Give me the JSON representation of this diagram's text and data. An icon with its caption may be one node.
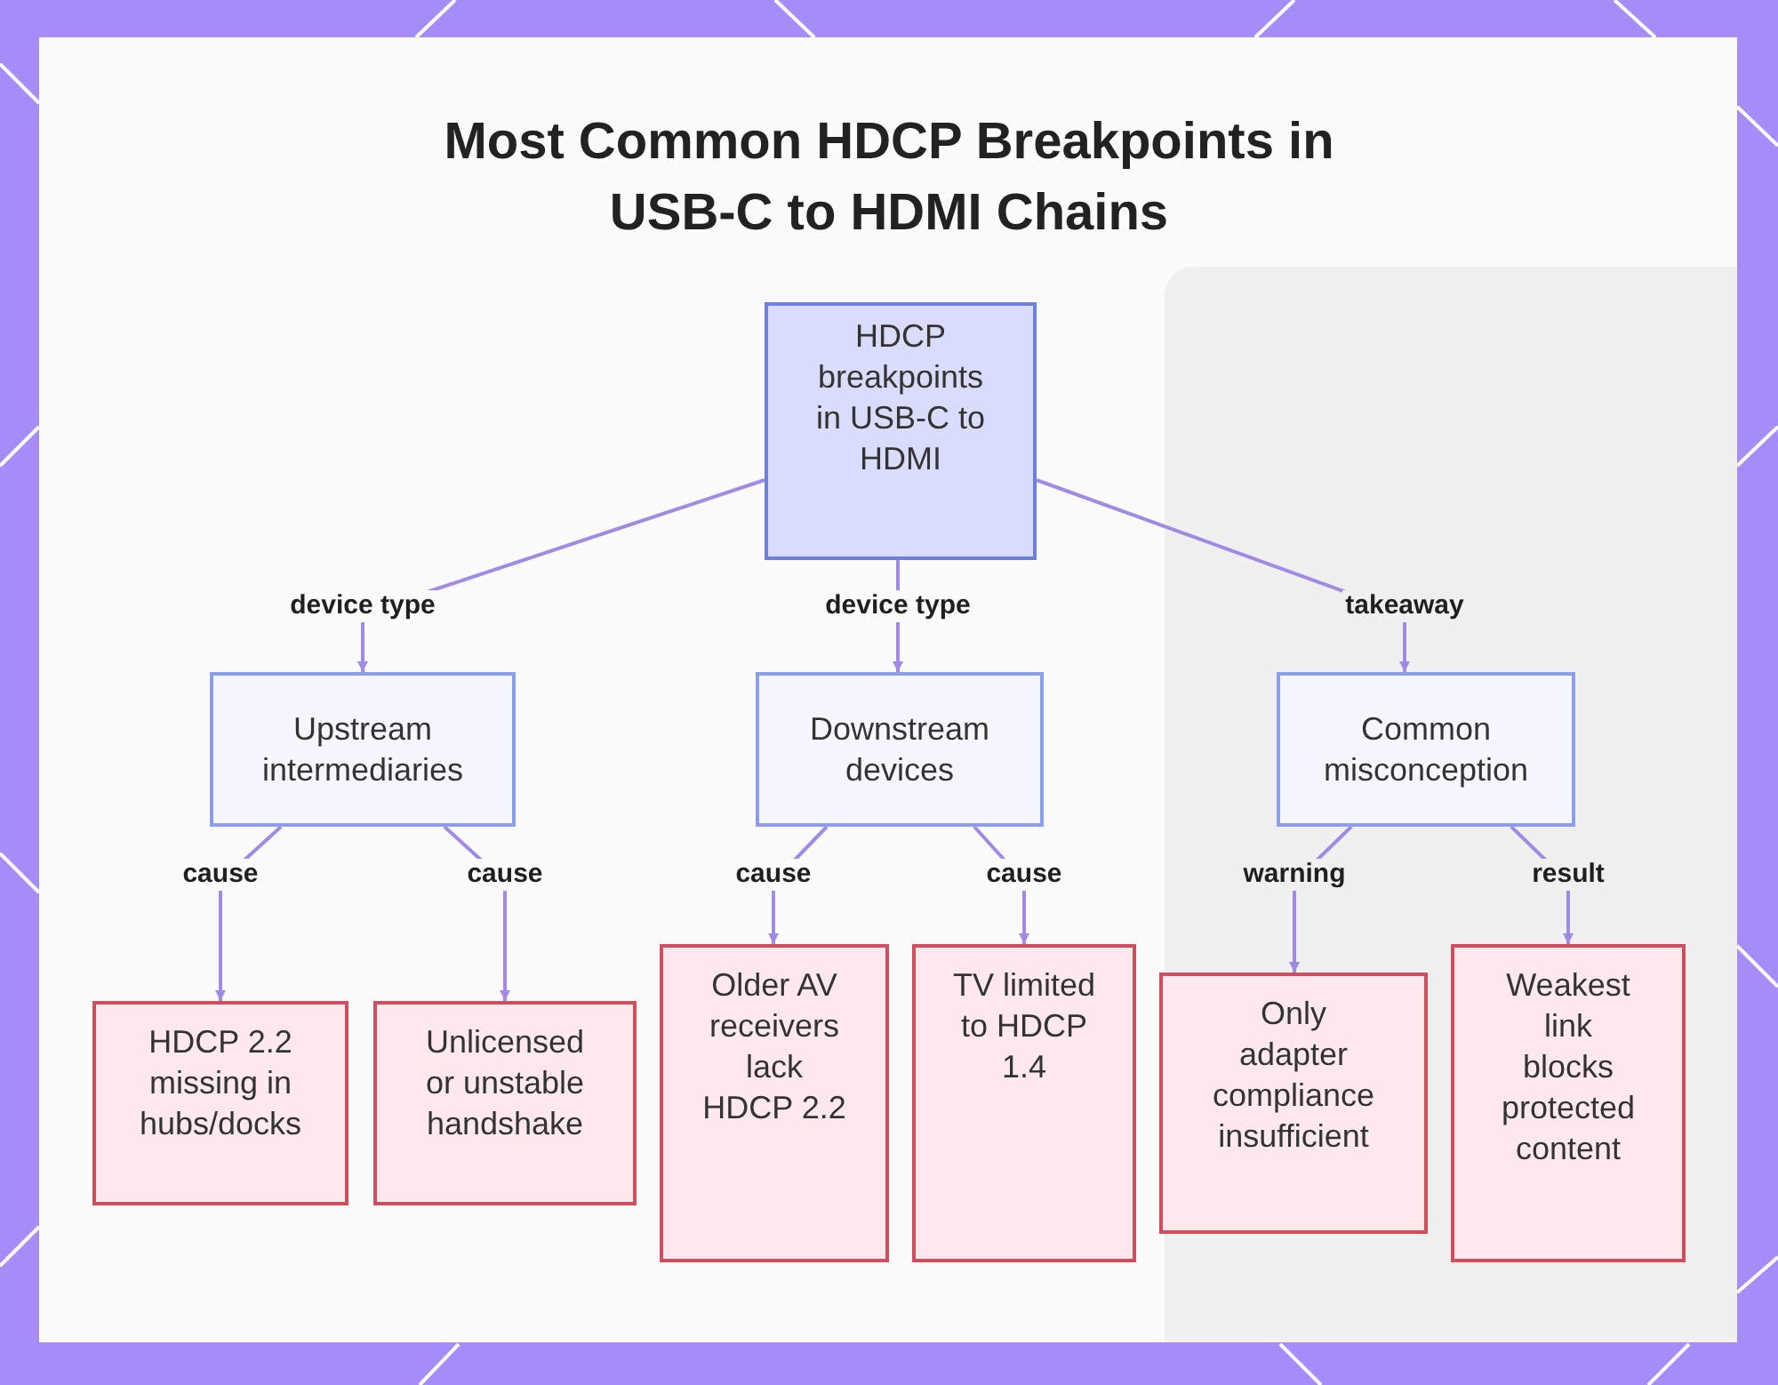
{
  "diagram": {
    "title": "Most Common HDCP Breakpoints in USB-C to HDMI Chains",
    "nodes": [
      {
        "text": [
          "HDCP breakpoints in USB-C to HDMI"
        ]
      },
      {
        "text": [
          "Upstream intermediaries"
        ]
      },
      {
        "text": [
          "Downstream devices"
        ]
      },
      {
        "text": [
          "Common misconception"
        ]
      },
      {
        "text": [
          "HDCP 2.2 missing in hubs/docks"
        ]
      },
      {
        "text": [
          "Unlicensed or unstable handshake"
        ]
      },
      {
        "text": [
          "Older AV receivers lack HDCP 2.2"
        ]
      },
      {
        "text": [
          "TV limited to HDCP 1.4"
        ]
      },
      {
        "text": [
          "Only adapter compliance insufficient"
        ]
      },
      {
        "text": [
          "Weakest link blocks protected content"
        ]
      }
    ],
    "edges": [
      {
        "from": 0,
        "to": 1,
        "arrow": "to",
        "label": "device type"
      },
      {
        "from": 0,
        "to": 2,
        "arrow": "to",
        "label": "device type"
      },
      {
        "from": 0,
        "to": 3,
        "arrow": "to",
        "label": "takeaway"
      },
      {
        "from": 1,
        "to": 4,
        "arrow": "to",
        "label": "cause"
      },
      {
        "from": 1,
        "to": 5,
        "arrow": "to",
        "label": "cause"
      },
      {
        "from": 2,
        "to": 6,
        "arrow": "to",
        "label": "cause"
      },
      {
        "from": 2,
        "to": 7,
        "arrow": "to",
        "label": "cause"
      },
      {
        "from": 3,
        "to": 8,
        "arrow": "to",
        "label": "warning"
      },
      {
        "from": 3,
        "to": 9,
        "arrow": "to",
        "label": "result"
      }
    ]
  }
}
